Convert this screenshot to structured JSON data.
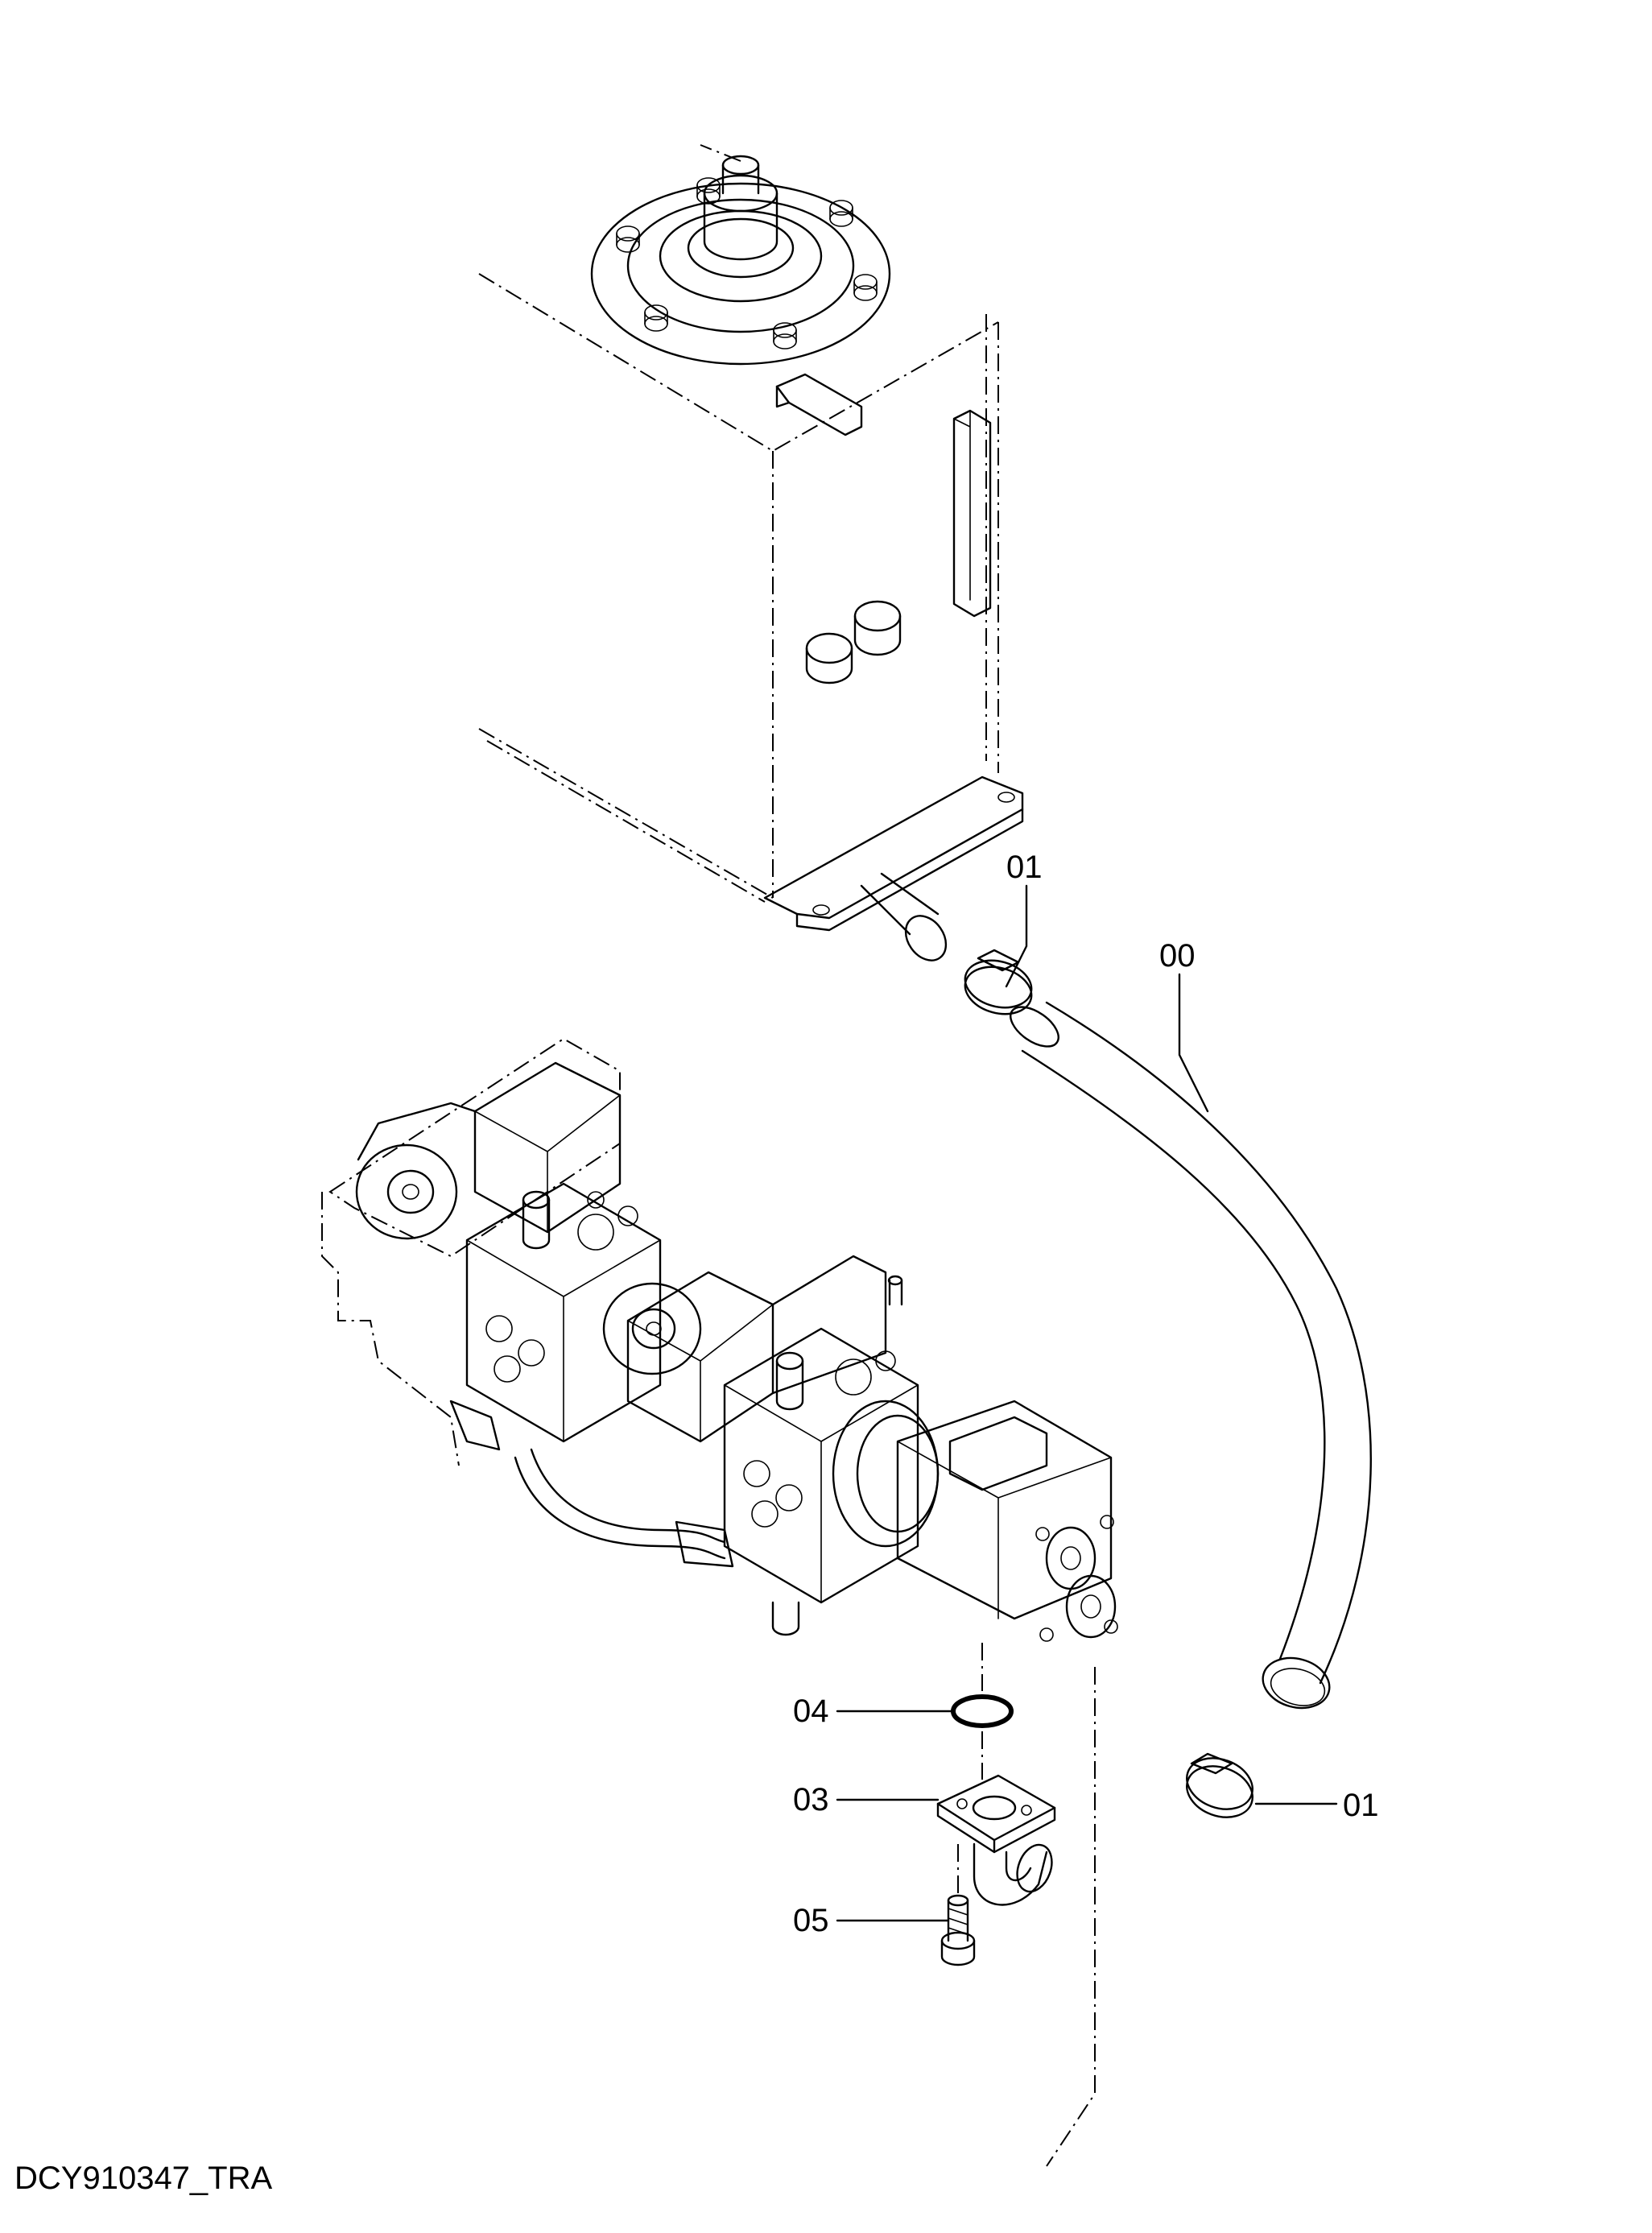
{
  "drawing": {
    "code": "DCY910347_TRA"
  },
  "callouts": [
    {
      "id": "c01a",
      "label": "01"
    },
    {
      "id": "c00",
      "label": "00"
    },
    {
      "id": "c04",
      "label": "04"
    },
    {
      "id": "c03",
      "label": "03"
    },
    {
      "id": "c05",
      "label": "05"
    },
    {
      "id": "c01b",
      "label": "01"
    }
  ]
}
